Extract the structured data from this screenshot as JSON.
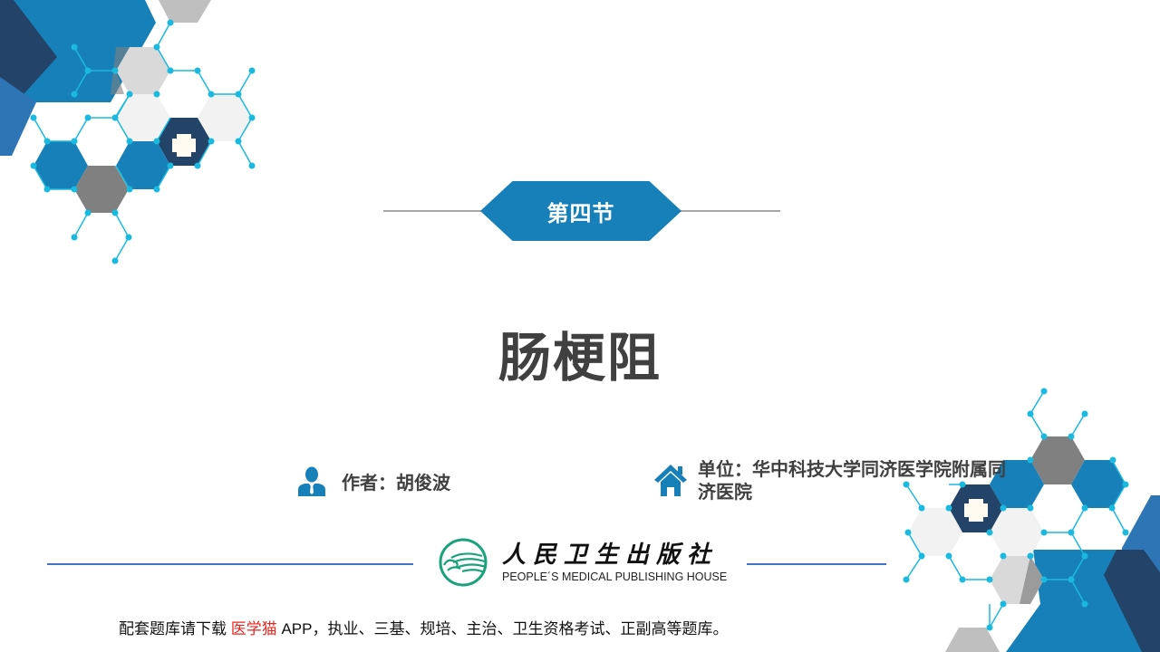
{
  "slide": {
    "section_label": "第四节",
    "title": "肠梗阻",
    "author": {
      "icon": "person-icon",
      "text": "作者：胡俊波"
    },
    "unit": {
      "icon": "house-icon",
      "text": "单位：华中科技大学同济医学院附属同济医院"
    },
    "publisher": {
      "logo_icon": "publisher-logo-icon",
      "name_cn": "人民卫生出版社",
      "name_en": "PEOPLE´S MEDICAL PUBLISHING HOUSE"
    },
    "footer": {
      "prefix": "配套题库请下载 ",
      "app_name": "医学猫",
      "suffix": " APP，执业、三基、规培、主治、卫生资格考试、正副高等题库。"
    }
  },
  "colors": {
    "primary_blue": "#1780b9",
    "dark_navy": "#234468",
    "mid_blue": "#2e75b6",
    "cyan_line": "#1ab9e0",
    "gray_hex": "#808080",
    "light_gray_hex": "#d9d9d9",
    "title_text": "#404040",
    "rule_blue": "#4472c4",
    "app_red": "#e8261f"
  }
}
